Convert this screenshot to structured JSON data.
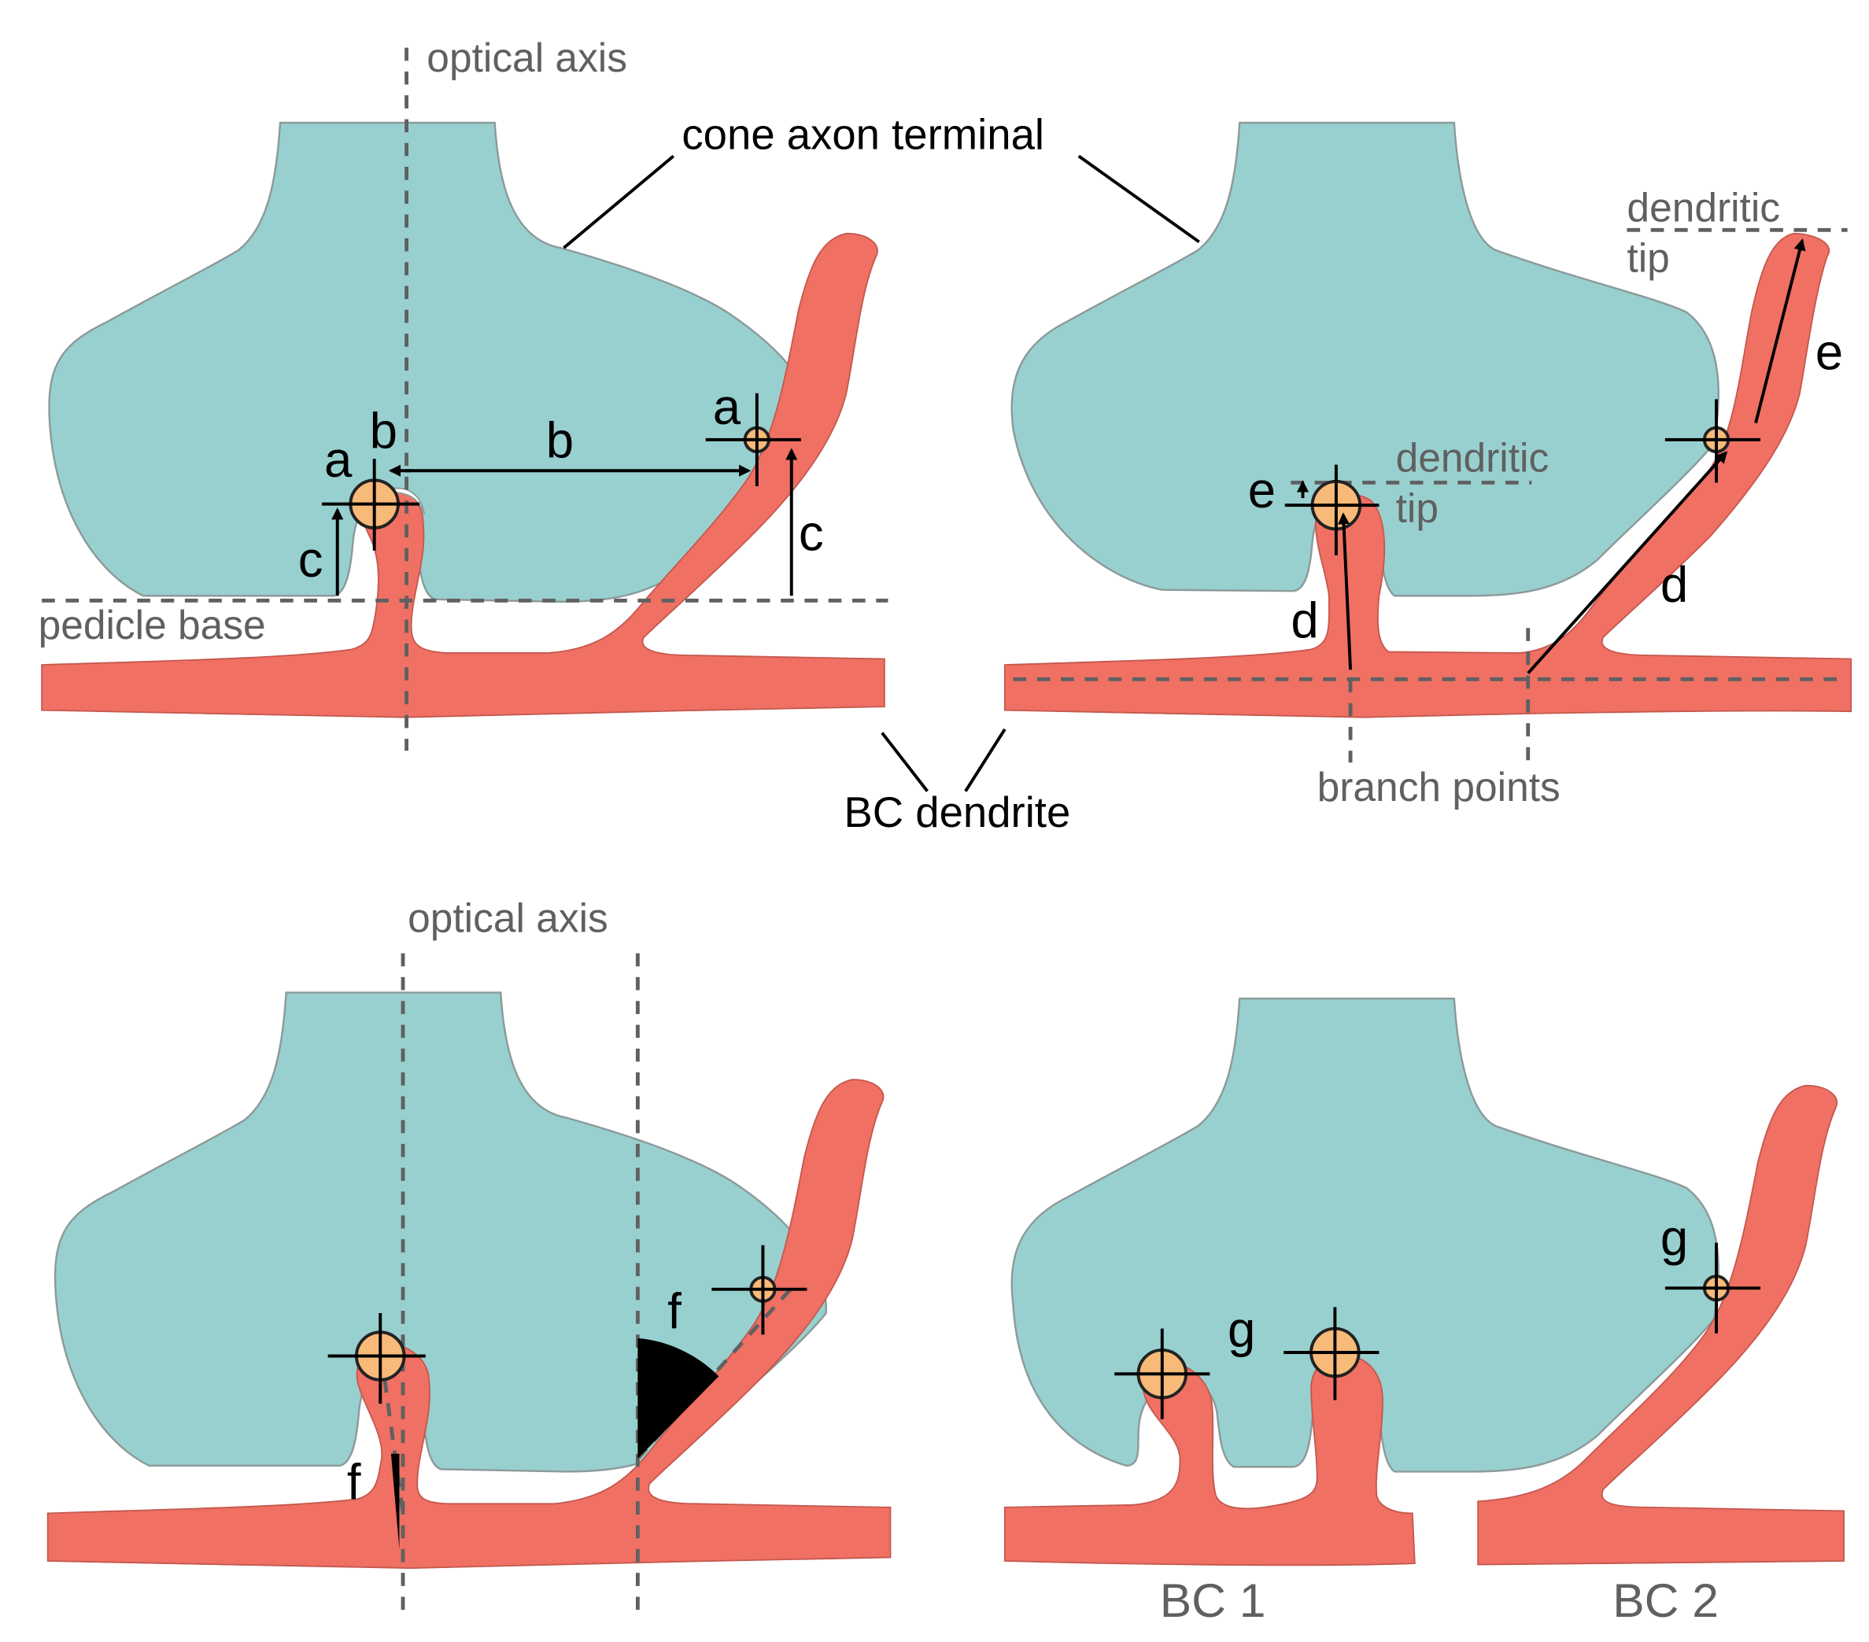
{
  "figure": {
    "description": "Schematic of cone axon terminal (pedicle) with bipolar cell dendrites and measured parameters",
    "colors": {
      "cone_terminal": "#98d0cf",
      "bc_dendrite": "#f07064",
      "ribbon_site": "#f8ba78",
      "guide_lines": "#606060",
      "annotation": "#000000"
    }
  },
  "labels": {
    "optical_axis_top": "optical axis",
    "cone_axon_terminal": "cone axon terminal",
    "pedicle_base": "pedicle base",
    "bc_dendrite": "BC dendrite",
    "dendritic_tip_1": "dendritic",
    "dendritic_tip_1b": "tip",
    "dendritic_tip_2": "dendritic",
    "dendritic_tip_2b": "tip",
    "branch_points": "branch points",
    "optical_axis_bottom": "optical axis",
    "bc1": "BC 1",
    "bc2": "BC 2"
  },
  "panel_a": {
    "a_left": "a",
    "a_right": "a",
    "b_left": "b",
    "b_mid": "b",
    "c_left": "c",
    "c_right": "c"
  },
  "panel_b": {
    "e_left": "e",
    "e_right": "e",
    "d_left": "d",
    "d_right": "d"
  },
  "panel_c": {
    "f_left": "f",
    "f_right": "f"
  },
  "panel_d": {
    "g_left": "g",
    "g_right": "g"
  }
}
